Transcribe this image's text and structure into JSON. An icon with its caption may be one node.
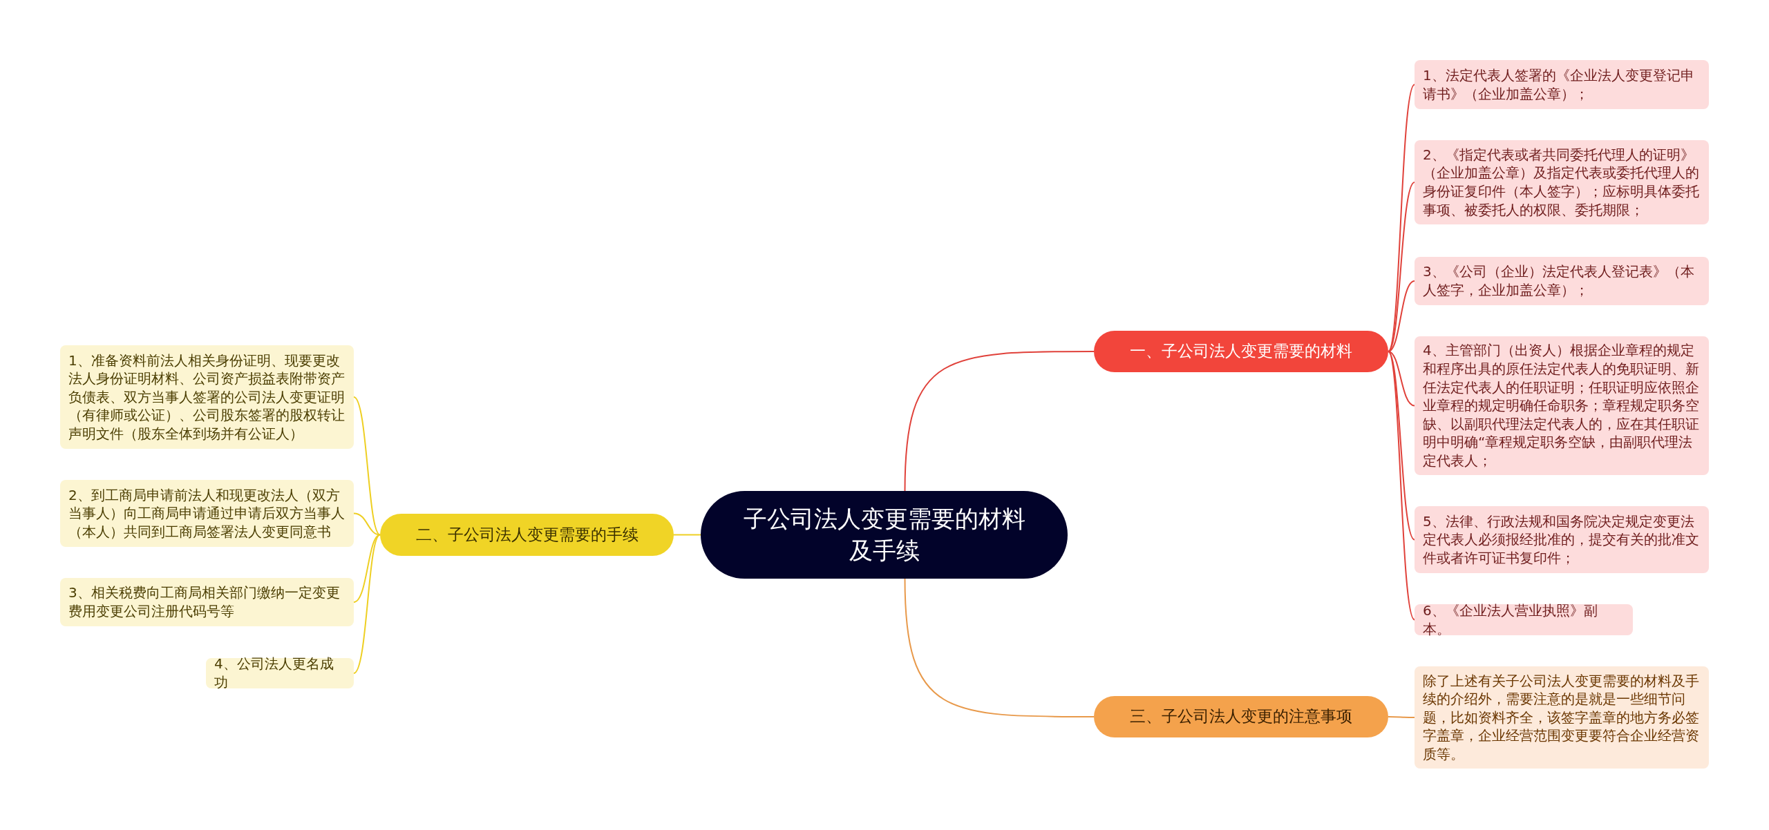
{
  "diagram": {
    "nodes": [
      {
        "text": [
          "子公司法人变更需要的材料及手续"
        ]
      },
      {
        "text": [
          "一、子公司法人变更需要的材料"
        ]
      },
      {
        "text": [
          "1、法定代表人签署的《企业法人变更登记申请书》（企业加盖公章）；"
        ]
      },
      {
        "text": [
          "2、《指定代表或者共同委托代理人的证明》（企业加盖公章）及指定代表或委托代理人的身份证复印件（本人签字）；应标明具体委托事项、被委托人的权限、委托期限；"
        ]
      },
      {
        "text": [
          "3、《公司（企业）法定代表人登记表》（本人签字，企业加盖公章）；"
        ]
      },
      {
        "text": [
          "4、主管部门（出资人）根据企业章程的规定和程序出具的原任法定代表人的免职证明、新任法定代表人的任职证明；任职证明应依照企业章程的规定明确任命职务；章程规定职务空缺、以副职代理法定代表人的，应在其任职证明中明确“章程规定职务空缺，由副职代理法定代表人；"
        ]
      },
      {
        "text": [
          "5、法律、行政法规和国务院决定规定变更法定代表人必须报经批准的，提交有关的批准文件或者许可证书复印件；"
        ]
      },
      {
        "text": [
          "6、《企业法人营业执照》副本。"
        ]
      },
      {
        "text": [
          "二、子公司法人变更需要的手续"
        ]
      },
      {
        "text": [
          "1、准备资料前法人相关身份证明、现要更改法人身份证明材料、公司资产损益表附带资产负债表、双方当事人签署的公司法人变更证明（有律师或公证）、公司股东签署的股权转让声明文件（股东全体到场并有公证人）"
        ]
      },
      {
        "text": [
          "2、到工商局申请前法人和现更改法人（双方当事人）向工商局申请通过申请后双方当事人（本人）共同到工商局签署法人变更同意书"
        ]
      },
      {
        "text": [
          "3、相关税费向工商局相关部门缴纳一定变更费用变更公司注册代码号等"
        ]
      },
      {
        "text": [
          "4、公司法人更名成功"
        ]
      },
      {
        "text": [
          "三、子公司法人变更的注意事项"
        ]
      },
      {
        "text": [
          "除了上述有关子公司法人变更需要的材料及手续的介绍外，需要注意的是就是一些细节问题，比如资料齐全，该签字盖章的地方务必签字盖章，企业经营范围变更要符合企业经营资质等。"
        ]
      }
    ],
    "edges": [
      {
        "from": 0,
        "to": 1,
        "arrow": "none",
        "color": "#e0413a"
      },
      {
        "from": 1,
        "to": 2,
        "arrow": "none",
        "color": "#e0413a"
      },
      {
        "from": 1,
        "to": 3,
        "arrow": "none",
        "color": "#e0413a"
      },
      {
        "from": 1,
        "to": 4,
        "arrow": "none",
        "color": "#e0413a"
      },
      {
        "from": 1,
        "to": 5,
        "arrow": "none",
        "color": "#e0413a"
      },
      {
        "from": 1,
        "to": 6,
        "arrow": "none",
        "color": "#e0413a"
      },
      {
        "from": 1,
        "to": 7,
        "arrow": "none",
        "color": "#e0413a"
      },
      {
        "from": 0,
        "to": 8,
        "arrow": "none",
        "color": "#eecf22"
      },
      {
        "from": 8,
        "to": 9,
        "arrow": "none",
        "color": "#eecf22"
      },
      {
        "from": 8,
        "to": 10,
        "arrow": "none",
        "color": "#eecf22"
      },
      {
        "from": 8,
        "to": 11,
        "arrow": "none",
        "color": "#eecf22"
      },
      {
        "from": 8,
        "to": 12,
        "arrow": "none",
        "color": "#eecf22"
      },
      {
        "from": 0,
        "to": 13,
        "arrow": "none",
        "color": "#e8994a"
      },
      {
        "from": 13,
        "to": 14,
        "arrow": "none",
        "color": "#e8994a"
      }
    ]
  }
}
